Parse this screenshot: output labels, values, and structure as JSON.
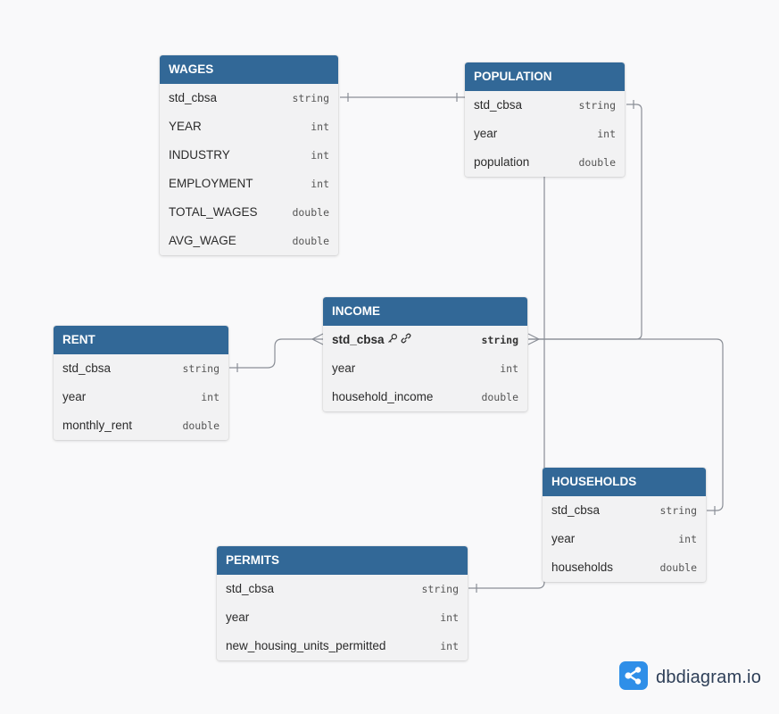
{
  "tables": {
    "wages": {
      "name": "WAGES",
      "columns": [
        {
          "name": "std_cbsa",
          "type": "string"
        },
        {
          "name": "YEAR",
          "type": "int"
        },
        {
          "name": "INDUSTRY",
          "type": "int"
        },
        {
          "name": "EMPLOYMENT",
          "type": "int"
        },
        {
          "name": "TOTAL_WAGES",
          "type": "double"
        },
        {
          "name": "AVG_WAGE",
          "type": "double"
        }
      ]
    },
    "population": {
      "name": "POPULATION",
      "columns": [
        {
          "name": "std_cbsa",
          "type": "string"
        },
        {
          "name": "year",
          "type": "int"
        },
        {
          "name": "population",
          "type": "double"
        }
      ]
    },
    "income": {
      "name": "INCOME",
      "columns": [
        {
          "name": "std_cbsa",
          "type": "string",
          "primary_key": true,
          "icons": [
            "key-icon",
            "link-icon"
          ]
        },
        {
          "name": "year",
          "type": "int"
        },
        {
          "name": "household_income",
          "type": "double"
        }
      ]
    },
    "rent": {
      "name": "RENT",
      "columns": [
        {
          "name": "std_cbsa",
          "type": "string"
        },
        {
          "name": "year",
          "type": "int"
        },
        {
          "name": "monthly_rent",
          "type": "double"
        }
      ]
    },
    "households": {
      "name": "HOUSEHOLDS",
      "columns": [
        {
          "name": "std_cbsa",
          "type": "string"
        },
        {
          "name": "year",
          "type": "int"
        },
        {
          "name": "households",
          "type": "double"
        }
      ]
    },
    "permits": {
      "name": "PERMITS",
      "columns": [
        {
          "name": "std_cbsa",
          "type": "string"
        },
        {
          "name": "year",
          "type": "int"
        },
        {
          "name": "new_housing_units_permitted",
          "type": "int"
        }
      ]
    }
  },
  "relationships": [
    {
      "from": "wages.std_cbsa",
      "to": "population.std_cbsa",
      "type": "one-to-one"
    },
    {
      "from": "population.std_cbsa",
      "to": "income.std_cbsa",
      "type": "one-to-many"
    },
    {
      "from": "rent.std_cbsa",
      "to": "income.std_cbsa",
      "type": "one-to-many"
    },
    {
      "from": "households.std_cbsa",
      "to": "income.std_cbsa",
      "type": "one-to-many"
    },
    {
      "from": "permits.std_cbsa",
      "to": "income.std_cbsa",
      "type": "one-to-many"
    }
  ],
  "colors": {
    "header": "#326897",
    "body": "#f2f2f3",
    "connector": "#8a8e96",
    "brand_icon": "#2f8fe8",
    "brand_text": "#2d3e57"
  },
  "brand": {
    "text": "dbdiagram.io",
    "icon": "dbdiagram-logo-icon"
  }
}
